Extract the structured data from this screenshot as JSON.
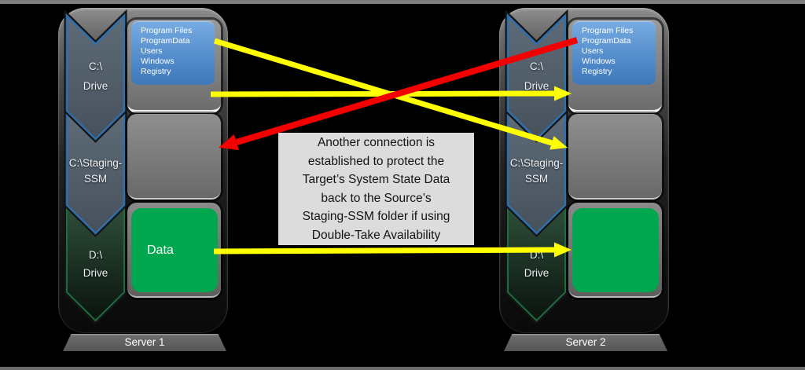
{
  "servers": [
    {
      "label": "Server 1",
      "drives": [
        {
          "line1": "C:\\",
          "line2": "Drive"
        },
        {
          "line1": "C:\\Staging-",
          "line2": "SSM"
        },
        {
          "line1": "D:\\",
          "line2": "Drive"
        }
      ],
      "folders": [
        "Program Files",
        "ProgramData",
        "Users",
        "Windows",
        "Registry"
      ],
      "data_label": "Data"
    },
    {
      "label": "Server 2",
      "drives": [
        {
          "line1": "C:\\",
          "line2": "Drive"
        },
        {
          "line1": "C:\\Staging-",
          "line2": "SSM"
        },
        {
          "line1": "D:\\",
          "line2": "Drive"
        }
      ],
      "folders": [
        "Program Files",
        "ProgramData",
        "Users",
        "Windows",
        "Registry"
      ],
      "data_label": ""
    }
  ],
  "callout": {
    "lines": [
      "Another connection is",
      "established to protect the",
      "Target’s System State Data",
      "back to the Source’s",
      "Staging-SSM folder if using",
      "Double-Take Availability"
    ]
  },
  "colors": {
    "arrow_yellow": "#FFFF00",
    "arrow_red": "#F40000",
    "data_green": "#00A74F",
    "folders_blue": "#4C86C6",
    "callout_bg": "#DCDCDC"
  }
}
